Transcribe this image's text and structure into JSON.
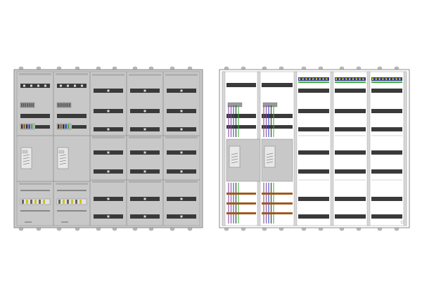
{
  "drawing": {
    "colors": {
      "background": "#ffffff",
      "panel_gray": "#c8c8c8",
      "frame": "#8a8a8a",
      "rail": "#3a3a3a",
      "wire_blue": "#3048c0",
      "wire_purple": "#8a4aa0",
      "wire_green": "#40b040",
      "wire_brown": "#a05a1e",
      "terminal_yellow": "#d0c020"
    },
    "left_cabinet": {
      "name": "closed-view",
      "columns": 5,
      "rows": 3
    },
    "right_cabinet": {
      "name": "open-view",
      "columns": 5,
      "rows": 3
    }
  }
}
